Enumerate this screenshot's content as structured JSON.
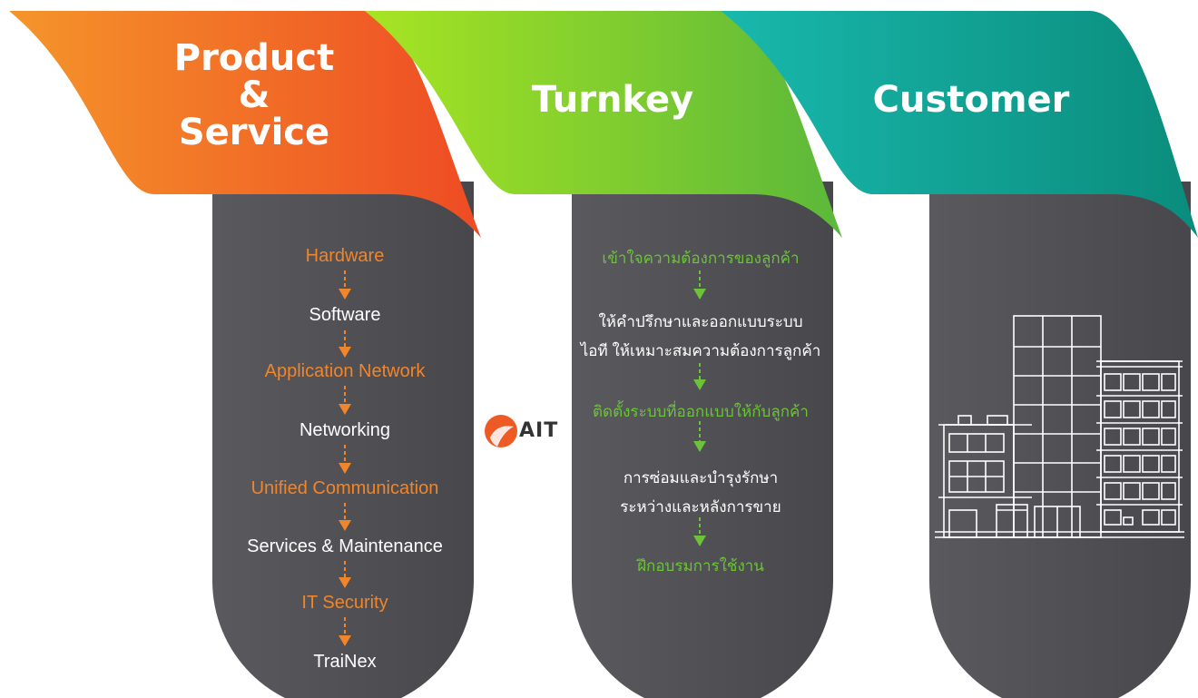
{
  "columns": [
    {
      "title_lines": [
        "Product",
        "&",
        "Service"
      ],
      "items": [
        {
          "text": "Hardware"
        },
        {
          "text": "Software"
        },
        {
          "text": "Application Network"
        },
        {
          "text": "Networking"
        },
        {
          "text": "Unified Communication"
        },
        {
          "text": "Services & Maintenance"
        },
        {
          "text": "IT Security"
        },
        {
          "text": "TraiNex"
        }
      ]
    },
    {
      "title_lines": [
        "Turnkey"
      ],
      "items": [
        {
          "text": "เข้าใจความต้องการของลูกค้า"
        },
        {
          "text": "ให้คำปรึกษาและออกแบบระบบ"
        },
        {
          "text": "ไอที ให้เหมาะสมความต้องการลูกค้า"
        },
        {
          "text": "ติดตั้งระบบที่ออกแบบให้กับลูกค้า"
        },
        {
          "text": "การซ่อมและบำรุงรักษา"
        },
        {
          "text": "ระหว่างและหลังการขาย"
        },
        {
          "text": "ฝึกอบรมการใช้งาน"
        }
      ]
    },
    {
      "title_lines": [
        "Customer"
      ],
      "items": []
    }
  ],
  "logo": {
    "text": "AIT"
  },
  "colors": {
    "orange": "#f0852a",
    "orange_dark": "#ef4e23",
    "green": "#8fd12c",
    "green_dark": "#5fb93a",
    "teal": "#17b3a7",
    "teal_dark": "#0a8e7f",
    "capsule": "#57575b",
    "white_text": "#ffffff"
  }
}
